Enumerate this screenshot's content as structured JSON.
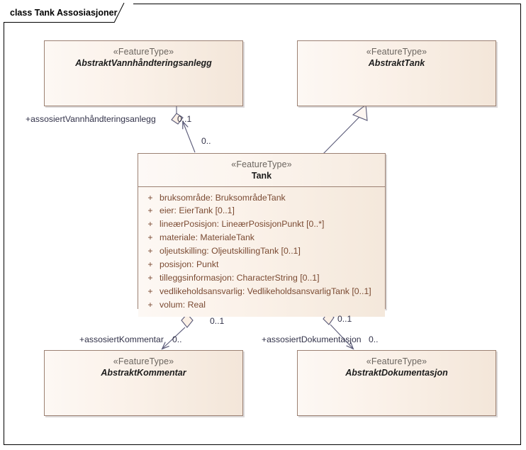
{
  "diagram": {
    "title": "class Tank Assosiasjoner",
    "stereotype": "«FeatureType»",
    "colors": {
      "box_border": "#9c8173",
      "box_fill": "#fbf2ea",
      "attr_text": "#7a4a32",
      "stereotype_text": "#6b655f",
      "class_name_text": "#1c1c1c",
      "connector": "#5a5a78",
      "frame_border": "#000000"
    }
  },
  "classes": {
    "vannhandteringsanlegg": {
      "stereotype": "«FeatureType»",
      "name": "AbstraktVannhåndteringsanlegg",
      "abstract": true
    },
    "abstrakt_tank": {
      "stereotype": "«FeatureType»",
      "name": "AbstraktTank",
      "abstract": true
    },
    "tank": {
      "stereotype": "«FeatureType»",
      "name": "Tank",
      "abstract": false,
      "attributes": [
        {
          "visibility": "+",
          "signature": "bruksområde: BruksområdeTank"
        },
        {
          "visibility": "+",
          "signature": "eier: EierTank [0..1]"
        },
        {
          "visibility": "+",
          "signature": "lineærPosisjon: LineærPosisjonPunkt [0..*]"
        },
        {
          "visibility": "+",
          "signature": "materiale: MaterialeTank"
        },
        {
          "visibility": "+",
          "signature": "oljeutskilling: OljeutskillingTank [0..1]"
        },
        {
          "visibility": "+",
          "signature": "posisjon: Punkt"
        },
        {
          "visibility": "+",
          "signature": "tilleggsinformasjon: CharacterString [0..1]"
        },
        {
          "visibility": "+",
          "signature": "vedlikeholdsansvarlig: VedlikeholdsansvarligTank [0..1]"
        },
        {
          "visibility": "+",
          "signature": "volum: Real"
        }
      ]
    },
    "abstrakt_kommentar": {
      "stereotype": "«FeatureType»",
      "name": "AbstraktKommentar",
      "abstract": true
    },
    "abstrakt_dokumentasjon": {
      "stereotype": "«FeatureType»",
      "name": "AbstraktDokumentasjon",
      "abstract": true
    }
  },
  "associations": {
    "vannhandteringsanlegg": {
      "role": "+assosiertVannhåndteringsanlegg",
      "target_multiplicity": "0..1",
      "source_multiplicity": "0..",
      "type": "aggregation"
    },
    "kommentar": {
      "role": "+assosiertKommentar",
      "target_multiplicity": "0..",
      "source_multiplicity": "0..1",
      "type": "aggregation"
    },
    "dokumentasjon": {
      "role": "+assosiertDokumentasjon",
      "target_multiplicity": "0..",
      "source_multiplicity": "0..1",
      "type": "aggregation"
    },
    "generalization": {
      "type": "generalization",
      "from": "Tank",
      "to": "AbstraktTank"
    }
  }
}
